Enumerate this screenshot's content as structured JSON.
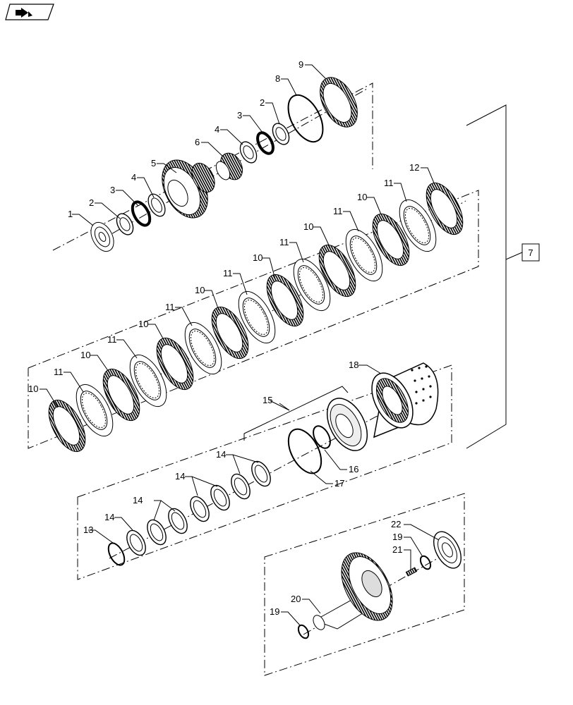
{
  "nav": {
    "icon": "back-arrow-icon"
  },
  "diagram": {
    "assembly_callout": "7",
    "parts": {
      "p1": "1",
      "p2a": "2",
      "p2b": "2",
      "p3a": "3",
      "p3b": "3",
      "p4a": "4",
      "p4b": "4",
      "p5": "5",
      "p6": "6",
      "p8": "8",
      "p9": "9",
      "p10a": "10",
      "p10b": "10",
      "p10c": "10",
      "p10d": "10",
      "p10e": "10",
      "p10f": "10",
      "p10g": "10",
      "p11a": "11",
      "p11b": "11",
      "p11c": "11",
      "p11d": "11",
      "p11e": "11",
      "p11f": "11",
      "p11g": "11",
      "p12": "12",
      "p13": "13",
      "p14a": "14",
      "p14b": "14",
      "p14c": "14",
      "p14d": "14",
      "p15": "15",
      "p16": "16",
      "p17": "17",
      "p18": "18",
      "p19a": "19",
      "p19b": "19",
      "p20": "20",
      "p21": "21",
      "p22": "22"
    }
  }
}
